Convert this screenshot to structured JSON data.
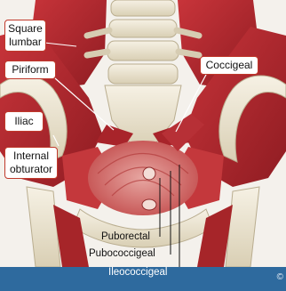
{
  "labels": {
    "square_lumbar": "Square\nlumbar",
    "piriform": "Piriform",
    "coccigeal": "Coccigeal",
    "iliac": "Iliac",
    "internal_obturator": "Internal\nobturator",
    "puborectal": "Puborectal",
    "pubococcigeal": "Pubococcigeal",
    "ileococcigeal": "Ileococcigeal"
  },
  "copyright": "©",
  "colors": {
    "muscle_red": "#b3262b",
    "bone": "#ece4cf",
    "footer_bar": "#2e6a9e",
    "label_border": "#c0392b"
  }
}
